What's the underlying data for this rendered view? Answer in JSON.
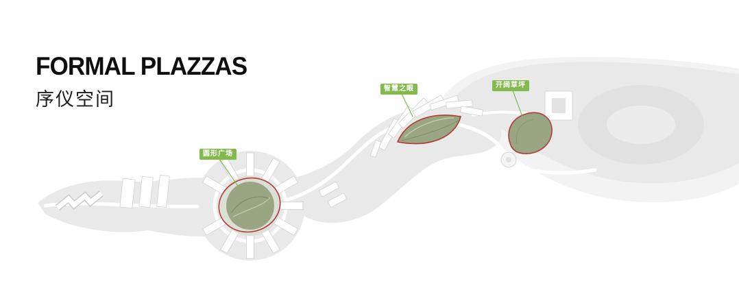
{
  "header": {
    "title": "FORMAL PLAZZAS",
    "subtitle": "序仪空间"
  },
  "annotations": [
    {
      "id": "circular-plaza",
      "label": "圆形广场"
    },
    {
      "id": "eye-of-wisdom",
      "label": "智慧之眼"
    },
    {
      "id": "open-lawn",
      "label": "开阔草坪"
    }
  ],
  "colors": {
    "label_green": "#84b94e",
    "outline_red": "#b23a33",
    "plaza_green": "#9aa683",
    "site_gray": "#e9e9e9"
  }
}
